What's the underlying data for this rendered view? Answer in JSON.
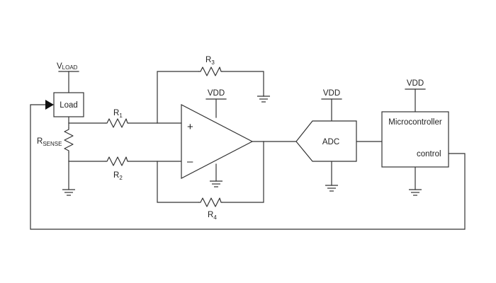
{
  "labels": {
    "vload": {
      "main": "V",
      "sub": "LOAD"
    },
    "load": "Load",
    "rsense": {
      "main": "R",
      "sub": "SENSE"
    },
    "r1": {
      "main": "R",
      "sub": "1"
    },
    "r2": {
      "main": "R",
      "sub": "2"
    },
    "r3": {
      "main": "R",
      "sub": "3"
    },
    "r4": {
      "main": "R",
      "sub": "4"
    },
    "opamp_plus": "+",
    "opamp_minus": "–",
    "vdd_opamp": "VDD",
    "vdd_adc": "VDD",
    "vdd_mcu": "VDD",
    "adc": "ADC",
    "microcontroller": "Microcontroller",
    "control": "control"
  },
  "colors": {
    "line": "#333333",
    "text": "#222222",
    "background": "#ffffff"
  },
  "icons": {
    "ground": "ground-symbol",
    "resistor": "zigzag-resistor",
    "opamp": "triangle-amplifier",
    "feedback_arrow": "filled-arrowhead"
  }
}
